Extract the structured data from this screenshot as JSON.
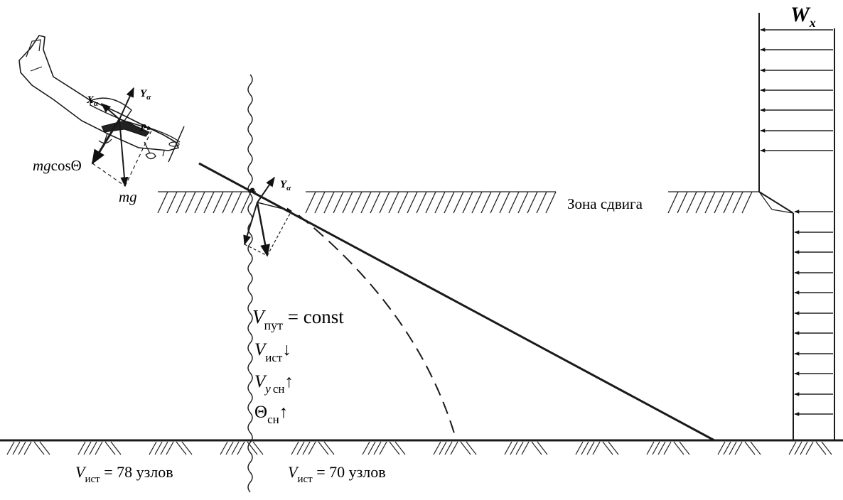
{
  "forces": {
    "y_alpha": {
      "main": "Y",
      "sub": "α"
    },
    "x_alpha": {
      "main": "X",
      "sub": "α"
    },
    "p": "P",
    "mg_cos": {
      "italic": "mg",
      "rest": "cosΘ"
    },
    "mg": "mg",
    "y_alpha_2": {
      "main": "Y",
      "sub": "α"
    }
  },
  "shear_zone_label": "Зона сдвига",
  "wind": {
    "main": "W",
    "sub": "x"
  },
  "conditions": [
    {
      "main": "V",
      "sub": "пут",
      "rest": " = const"
    },
    {
      "main": "V",
      "sub": "ист",
      "rest": "↓"
    },
    {
      "main": "V",
      "sub": "y",
      "sub2": "сн",
      "rest": "↑"
    },
    {
      "main": "Θ",
      "sub": "сн",
      "rest": "↑"
    }
  ],
  "speed_left": {
    "main": "V",
    "sub": "ист",
    "rest": " = 78 узлов"
  },
  "speed_right": {
    "main": "V",
    "sub": "ист",
    "rest": " = 70 узлов"
  }
}
